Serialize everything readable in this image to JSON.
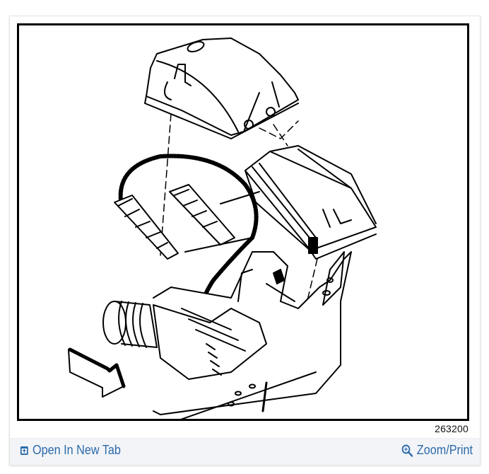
{
  "figure": {
    "number": "263200",
    "description": "Exploded line drawing: module cover, electronic control module, wiring harness connectors, and underhood bracket/fuse block assembly with front direction arrow"
  },
  "footer": {
    "open_new_tab": {
      "label": "Open In New Tab",
      "icon": "open-new-tab-icon"
    },
    "zoom_print": {
      "label": "Zoom/Print",
      "icon": "zoom-in-icon"
    }
  },
  "colors": {
    "link": "#2c6aa8",
    "footer_bg": "#f2f4f8",
    "border": "#000000"
  }
}
